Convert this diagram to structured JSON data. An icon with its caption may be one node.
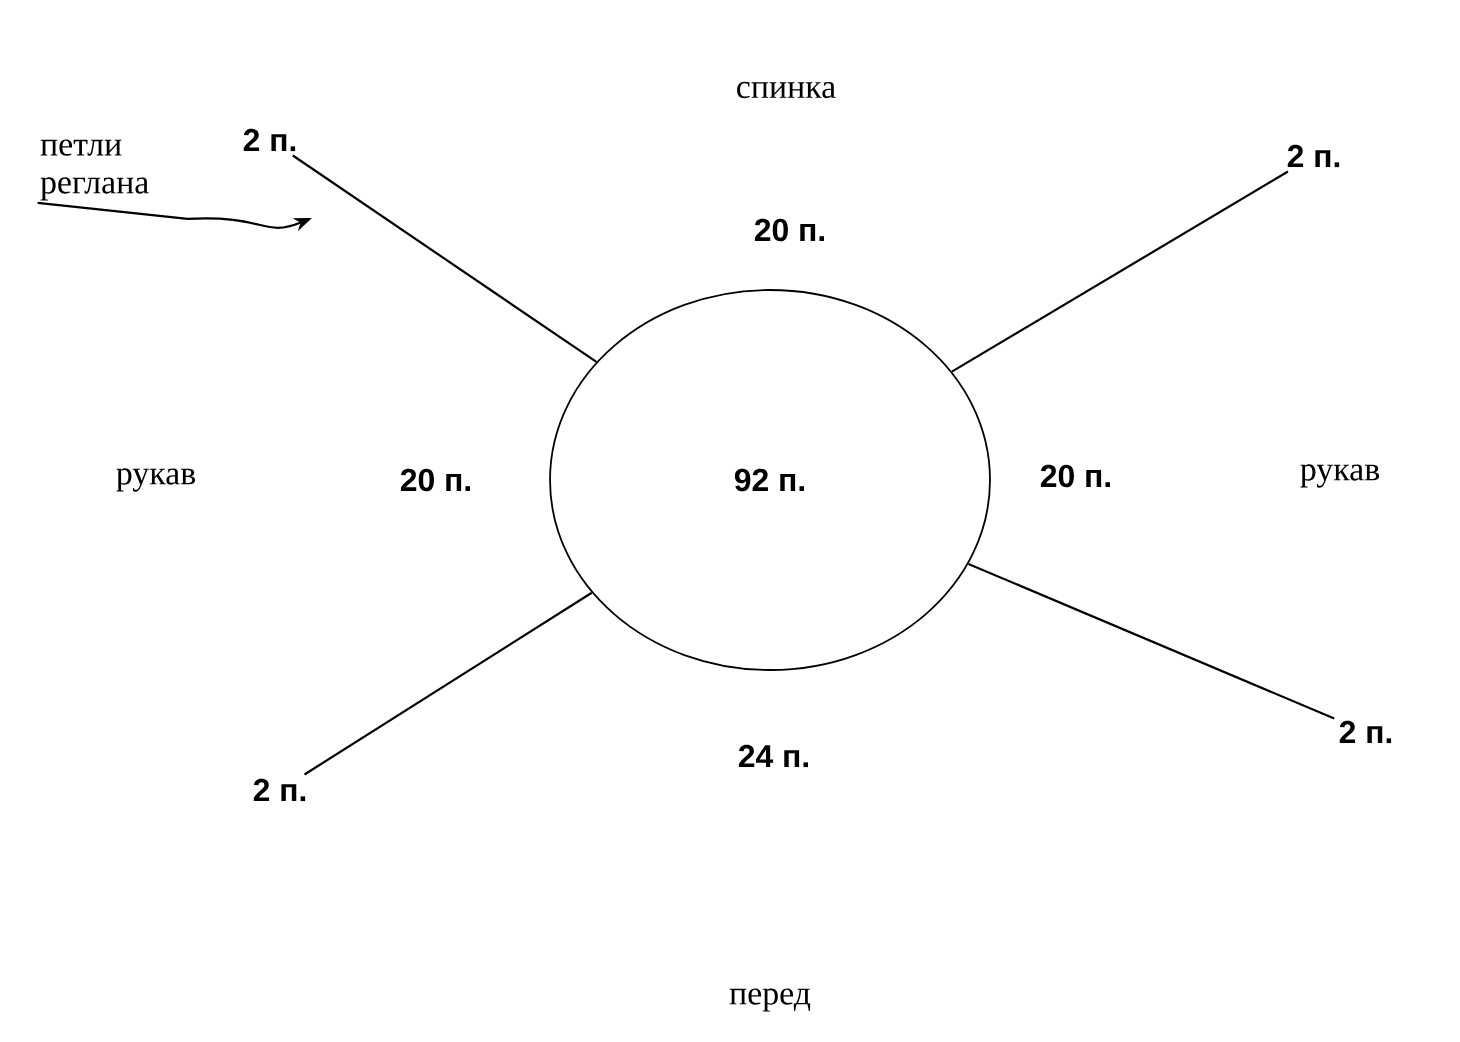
{
  "diagram": {
    "nodes": [
      {
        "text": [
          "петли реглана"
        ]
      },
      {
        "text": [
          "2 п."
        ]
      },
      {
        "text": [
          "2 п."
        ]
      },
      {
        "text": [
          "92 п."
        ]
      },
      {
        "text": [
          "2 п."
        ]
      },
      {
        "text": [
          "2 п."
        ]
      }
    ],
    "edges": [
      {
        "from": 0,
        "to": null,
        "arrow": "to"
      },
      {
        "from": 3,
        "to": 1,
        "arrow": "none"
      },
      {
        "from": 3,
        "to": 2,
        "arrow": "none"
      },
      {
        "from": 3,
        "to": 4,
        "arrow": "none"
      },
      {
        "from": 3,
        "to": 5,
        "arrow": "none"
      }
    ],
    "labels": [
      "спинка",
      "20 п.",
      "рукав",
      "20 п.",
      "20 п.",
      "рукав",
      "24 п.",
      "перед"
    ]
  }
}
